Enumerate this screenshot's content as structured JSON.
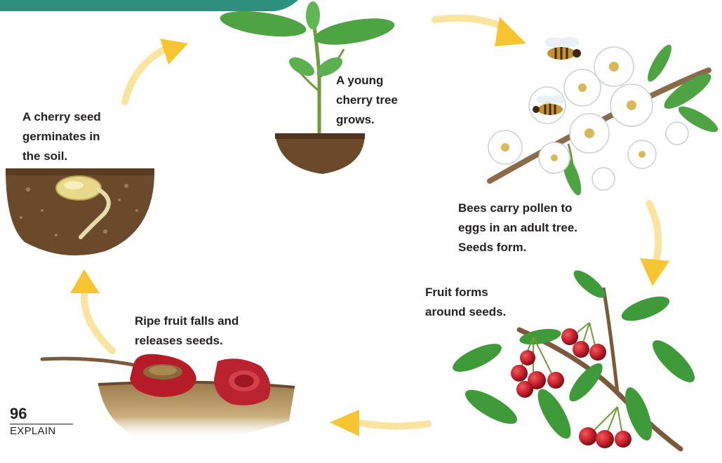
{
  "stages": {
    "seed": "A cherry seed\ngerminates in\nthe soil.",
    "tree": "A young\ncherry tree\ngrows.",
    "pollination": "Bees carry pollen to\neggs in an adult tree.\nSeeds form.",
    "fruit": "Fruit forms\naround seeds.",
    "ripe": "Ripe fruit falls and\nreleases seeds."
  },
  "footer": {
    "page_number": "96",
    "section": "EXPLAIN"
  },
  "colors": {
    "arrow": "#f7c531",
    "soil": "#6b4a2b",
    "leaf": "#3f9a3a",
    "cherry": "#c8202c",
    "blossom": "#ffffff",
    "banner": "#2f8f7f"
  }
}
